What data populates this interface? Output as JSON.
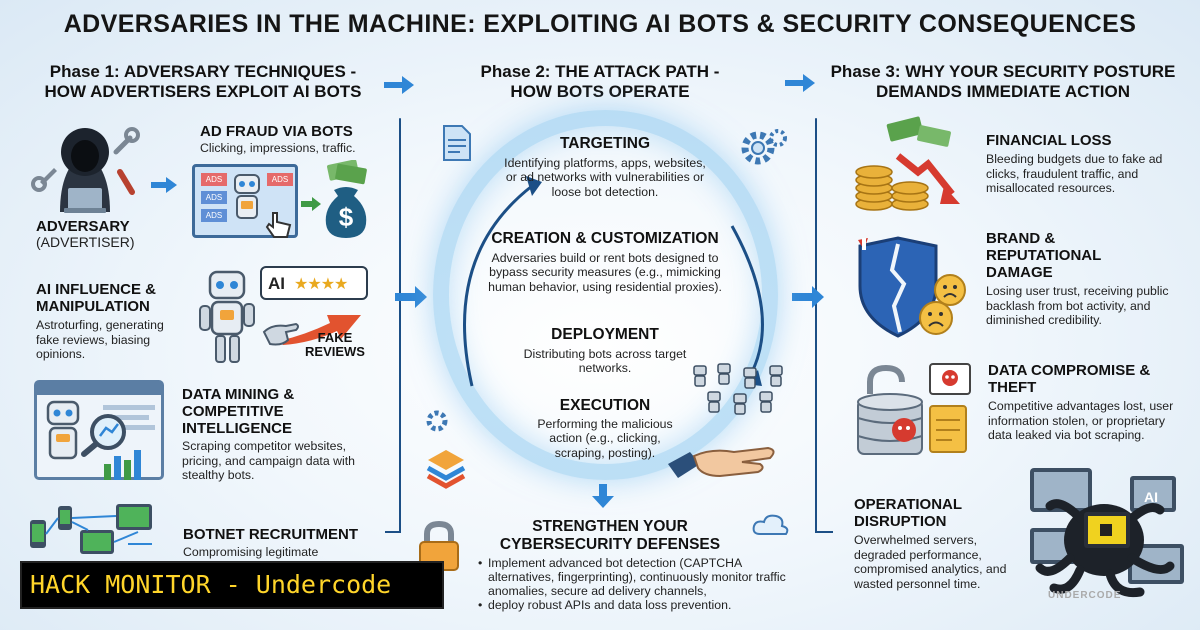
{
  "title": "ADVERSARIES IN THE MACHINE: EXPLOITING AI BOTS & SECURITY CONSEQUENCES",
  "phase1": {
    "heading_line1": "Phase 1: ADVERSARY TECHNIQUES -",
    "heading_line2": "HOW ADVERTISERS EXPLOIT AI BOTS",
    "adversary_label": "ADVERSARY",
    "adversary_sub": "(ADVERTISER)",
    "items": [
      {
        "title": "AD FRAUD VIA BOTS",
        "desc": "Clicking, impressions, traffic."
      },
      {
        "title": "AI INFLUENCE & MANIPULATION",
        "desc": "Astroturfing, generating fake reviews, biasing opinions."
      },
      {
        "title": "DATA MINING & COMPETITIVE INTELLIGENCE",
        "desc": "Scraping competitor websites, pricing, and campaign data with stealthy bots."
      },
      {
        "title": "BOTNET RECRUITMENT",
        "desc": "Compromising legitimate"
      }
    ],
    "ads_labels": [
      "ADS",
      "ADS",
      "ADS",
      "ADS"
    ],
    "ai_badge": "AI",
    "stars": "★★★★",
    "fake_reviews_line1": "FAKE",
    "fake_reviews_line2": "REVIEWS",
    "money_symbol": "$"
  },
  "phase2": {
    "heading_line1": "Phase 2: THE ATTACK PATH -",
    "heading_line2": "HOW BOTS OPERATE",
    "steps": [
      {
        "title": "TARGETING",
        "desc": "Identifying platforms, apps, websites, or ad networks with vulnerabilities or loose bot detection."
      },
      {
        "title": "CREATION & CUSTOMIZATION",
        "desc": "Adversaries build or rent bots designed to bypass security measures (e.g., mimicking human behavior, using residential proxies)."
      },
      {
        "title": "DEPLOYMENT",
        "desc": "Distributing bots across target networks."
      },
      {
        "title": "EXECUTION",
        "desc": "Performing the malicious action (e.g., clicking, scraping, posting)."
      }
    ],
    "defense_title_line1": "STRENGTHEN YOUR",
    "defense_title_line2": "CYBERSECURITY DEFENSES",
    "defense_items": [
      "Implement advanced bot detection (CAPTCHA alternatives, fingerprinting), continuously monitor traffic anomalies, secure ad delivery channels,",
      "deploy robust APIs and data loss prevention."
    ]
  },
  "phase3": {
    "heading_line1": "Phase 3: WHY YOUR SECURITY POSTURE",
    "heading_line2": "DEMANDS IMMEDIATE ACTION",
    "items": [
      {
        "title": "FINANCIAL LOSS",
        "desc": "Bleeding budgets due to fake ad clicks, fraudulent traffic, and misallocated resources."
      },
      {
        "title": "BRAND & REPUTATIONAL DAMAGE",
        "desc": "Losing user trust, receiving public backlash from bot activity, and diminished credibility."
      },
      {
        "title": "DATA COMPROMISE & THEFT",
        "desc": "Competitive advantages lost, user information stolen, or proprietary data leaked via bot scraping."
      },
      {
        "title": "OPERATIONAL DISRUPTION",
        "desc": "Overwhelmed servers, degraded performance, compromised analytics, and wasted personnel time."
      }
    ],
    "laptop_badge": "AI"
  },
  "banner": "HACK MONITOR - Undercode",
  "watermark": "UNDERCODE",
  "colors": {
    "accent_blue": "#2f86d6",
    "divider_blue": "#1c4f86",
    "banner_text": "#ffd52a",
    "alert_red": "#d63a2f",
    "money_green": "#3f9a45"
  },
  "icons": [
    "hooded-hacker-icon",
    "wrench-icon",
    "screwdriver-icon",
    "ads-screen-icon",
    "robot-icon",
    "money-bag-icon",
    "robot-icon",
    "review-stars-icon",
    "trend-arrow-icon",
    "browser-window-icon",
    "magnifier-robot-icon",
    "bar-chart-icon",
    "botnet-devices-icon",
    "padlock-icon",
    "document-icon",
    "gear-icon",
    "hand-icon",
    "bot-swarm-icon",
    "layers-icon",
    "cloud-icon",
    "money-coins-icon",
    "down-trend-arrow-icon",
    "broken-shield-icon",
    "sad-face-icon",
    "database-icon",
    "skull-icon",
    "octopus-laptop-icon"
  ]
}
